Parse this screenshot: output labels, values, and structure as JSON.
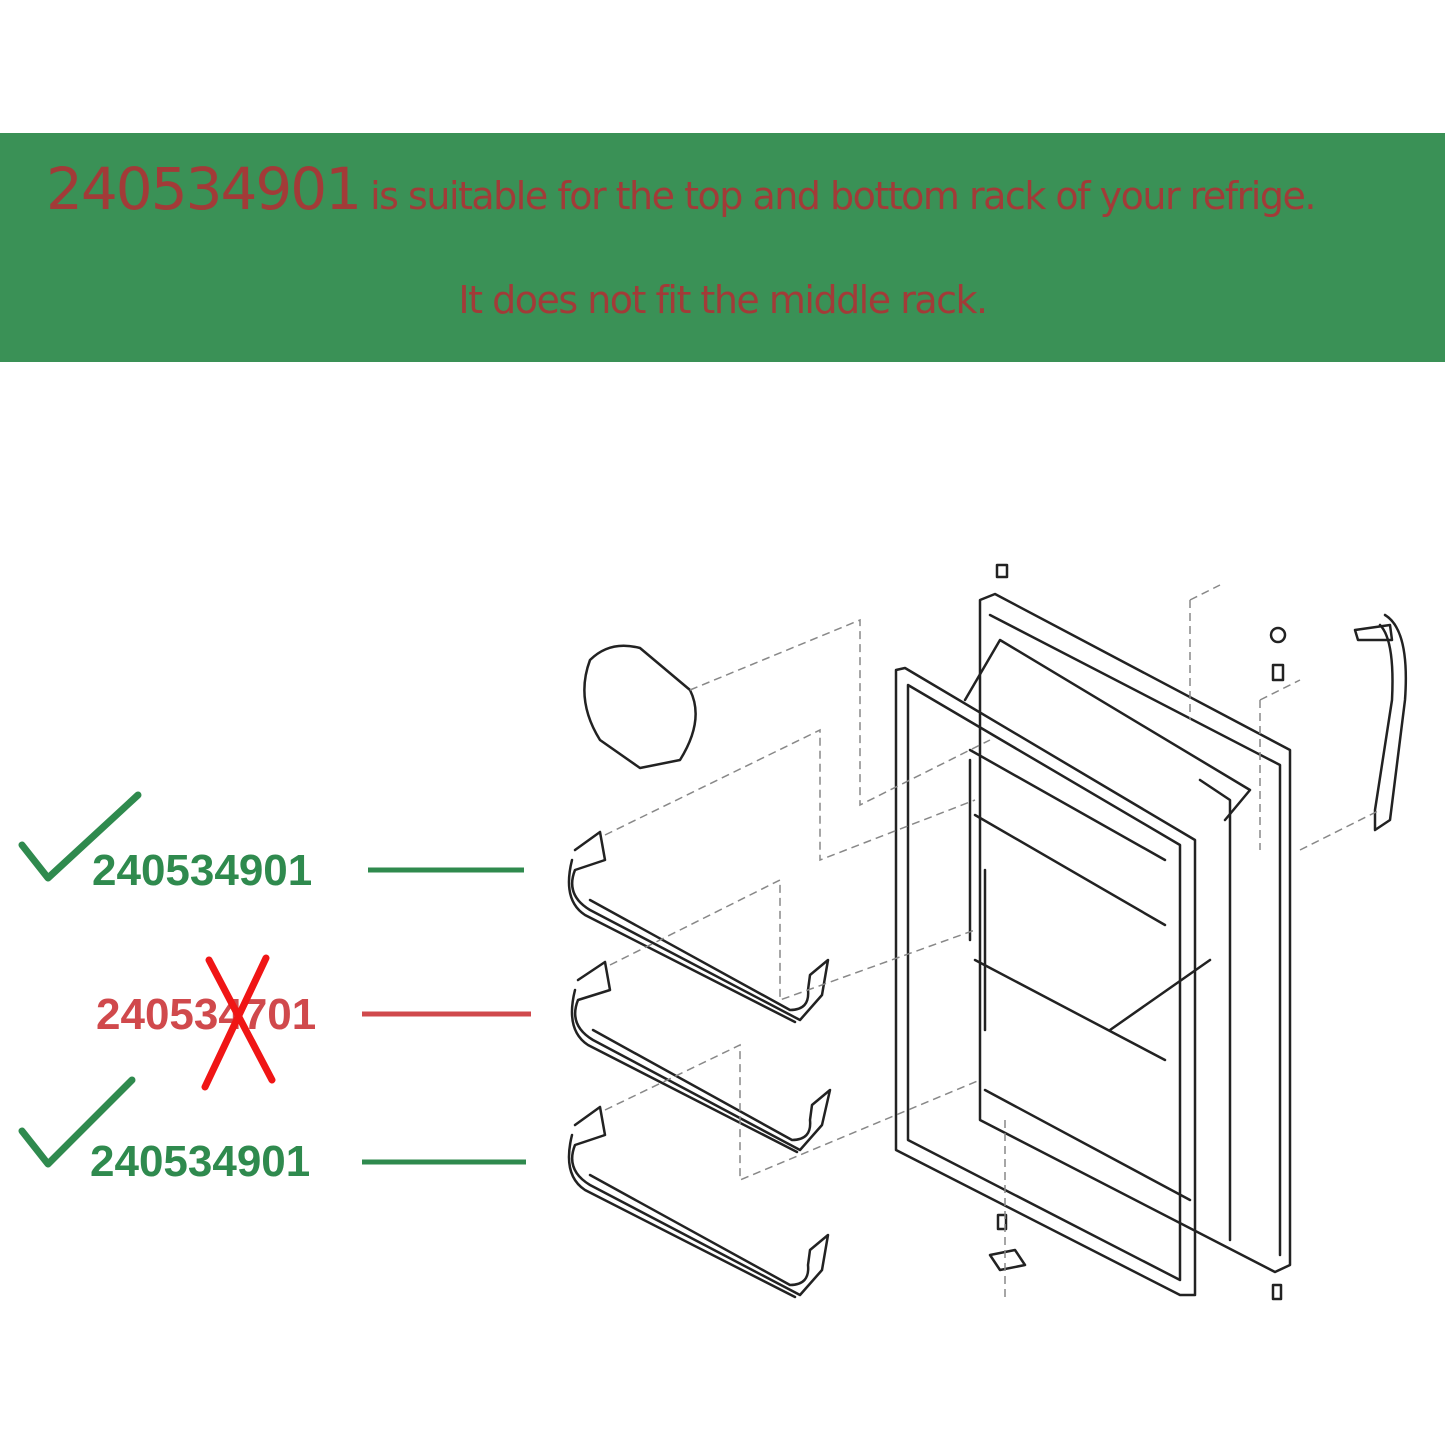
{
  "banner": {
    "part_number": "240534901",
    "line1_rest": "is suitable for the top and bottom rack of your refrige.",
    "line2": "It does not fit the middle rack.",
    "background_color": "#3a9156",
    "text_color": "#a23b38"
  },
  "labels": [
    {
      "part": "240534901",
      "status": "fits",
      "icon": "check-icon",
      "color": "#2f8a4e"
    },
    {
      "part": "240534701",
      "status": "does-not-fit",
      "icon": "x-icon",
      "color": "#d0494c"
    },
    {
      "part": "240534901",
      "status": "fits",
      "icon": "check-icon",
      "color": "#2f8a4e"
    }
  ]
}
